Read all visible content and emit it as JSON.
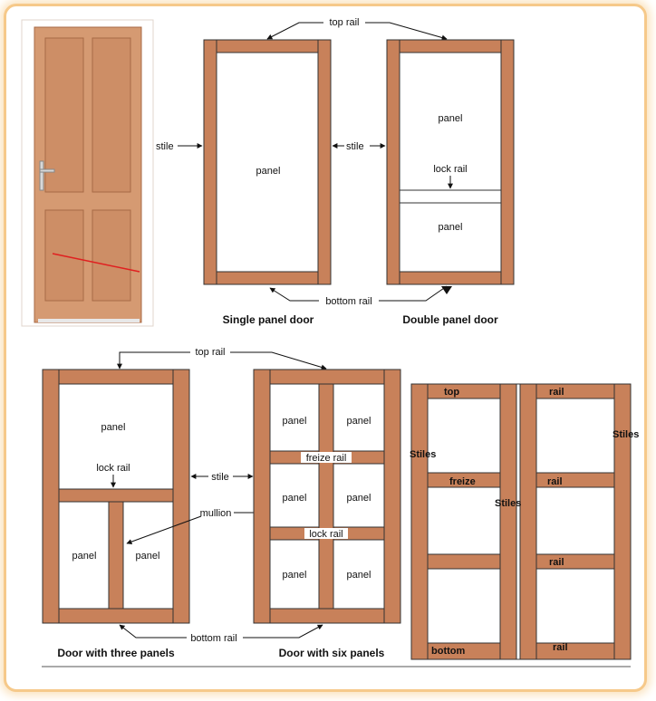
{
  "colors": {
    "wood": "#c8815a",
    "door_photo": "#d59a72",
    "frame_glow": "#f6c98a"
  },
  "single_panel": {
    "top_rail": "top rail",
    "stile": "stile",
    "panel": "panel",
    "bottom_rail": "bottom rail",
    "caption": "Single panel door"
  },
  "double_panel": {
    "stile": "stile",
    "panel_top": "panel",
    "lock_rail": "lock rail",
    "panel_bottom": "panel",
    "caption": "Double panel door"
  },
  "three_panel": {
    "top_rail": "top rail",
    "panel_top": "panel",
    "lock_rail": "lock rail",
    "panel_left": "panel",
    "panel_right": "panel",
    "stile": "stile",
    "mullion": "mullion",
    "bottom_rail": "bottom rail",
    "caption": "Door with three panels"
  },
  "six_panel": {
    "panels": [
      "panel",
      "panel",
      "panel",
      "panel",
      "panel",
      "panel"
    ],
    "freize_rail": "freize rail",
    "lock_rail": "lock rail",
    "caption": "Door with six panels"
  },
  "double_door": {
    "top": "top",
    "rail_top": "rail",
    "stiles_left": "Stiles",
    "stiles_right": "Stiles",
    "stiles_mid": "Stiles",
    "freize": "freize",
    "rail_mid": "rail",
    "rail_low": "rail",
    "bottom": "bottom",
    "rail_bottom": "rail"
  }
}
